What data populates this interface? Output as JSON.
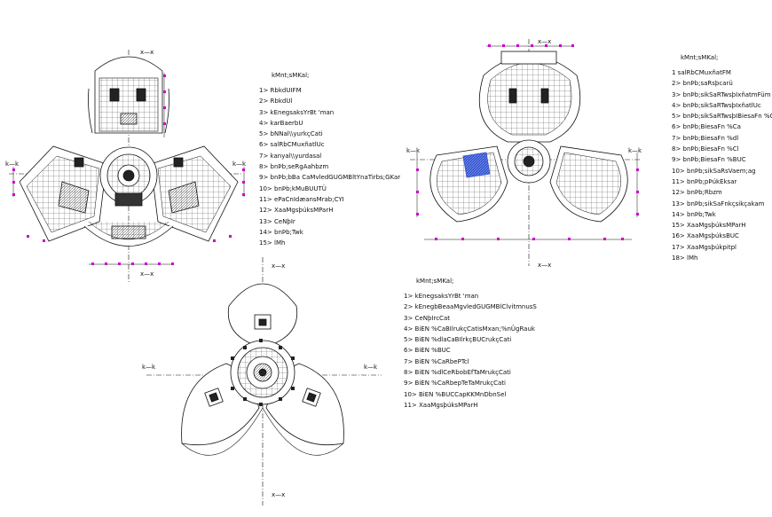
{
  "plans": {
    "plan_a": {
      "legend_title": "kMnt;sMKal;",
      "legend": [
        "1> RbkdUIFM",
        "2> RbkdUl",
        "3> kEnegsaksYrBt    'man",
        "4> karBaerbU",
        "5> bNNal\\\\yurkçCati",
        "6> salRbCMuxñatlUc",
        "7> kanyal\\\\yurdasal",
        "8> bnÞb;seRgAahbzm",
        "9> bnÞb;bBa   CaMvledGUGMBltYnaTirbs;GKar",
        "10> bnÞb;kMuBUUTÜ",
        "11> ePaCnIdæansMrab;CYI",
        "12> XaaMgsþúksMParH",
        "13> CeNþIr",
        "14> bnÞb;Twk",
        "15> lMh"
      ],
      "axis_labels": [
        "x—x",
        "x—x",
        "k—k",
        "k—k"
      ]
    },
    "plan_b": {
      "legend_title": "kMnt;sMKal;",
      "legend": [
        "1 salRbCMuxñatFM",
        "2> bnÞb;saRsþcarü",
        "3> bnÞb;sikSaRTwsþIxñatmFüm",
        "4> bnÞb;sikSaRTwsþIxñatlUc",
        "5> bnÞb;sikSaRTwsþIBiesaFn      %Cat",
        "6> bnÞb;BiesaFn      %Ca",
        "7> bnÞb;BiesaFn      %dl",
        "8> bnÞb;BiesaFn      %Cl",
        "9> bnÞb;BiesaFn      %BUC",
        "10> bnÞb;sikSaRsVaem;ag",
        "11> bnÞb;pÞúkEksar",
        "12> bnÞb;Rbzm",
        "13> bnÞb;sikSaFnkçsikçakam",
        "14> bnÞb;Twk",
        "15> XaaMgsþúksMParH",
        "16> XaaMgsþúksBUC",
        "17> XaaMgsþúkpitpl",
        "18> lMh"
      ],
      "axis_labels": [
        "x—x",
        "x—x",
        "k—k",
        "k—k"
      ]
    },
    "plan_c": {
      "legend_title": "kMnt;sMKal;",
      "legend": [
        "1> kEnegsaksYrBt    'man",
        "2> kEnegbBeaaMgvledGUGMBlClvitmnusS",
        "3> CeNþIrcCat",
        "4> BiEN   %CaBIlrukçCatisMxan;%nÛgRauk",
        "5> BiEN   %dlaCaBIlrkçBUCrukçCati",
        "6> BiEN   %BUC",
        "7> BiEN   %CaRbePTcl",
        "8> BiEN   %dlCeRbobEfTaMrukçCati",
        "9> BiEN   %CaRbepTeTaMrukçCati",
        "10> BiEN   %BUCCapKKMnDbnSel",
        "11> XaaMgsþúksMParH"
      ],
      "axis_labels": [
        "x—x",
        "x—x",
        "k—k",
        "k—k"
      ]
    }
  },
  "colors": {
    "line": "#111111",
    "dimension_marker": "#cc00cc",
    "hatch": "#3355cc"
  }
}
